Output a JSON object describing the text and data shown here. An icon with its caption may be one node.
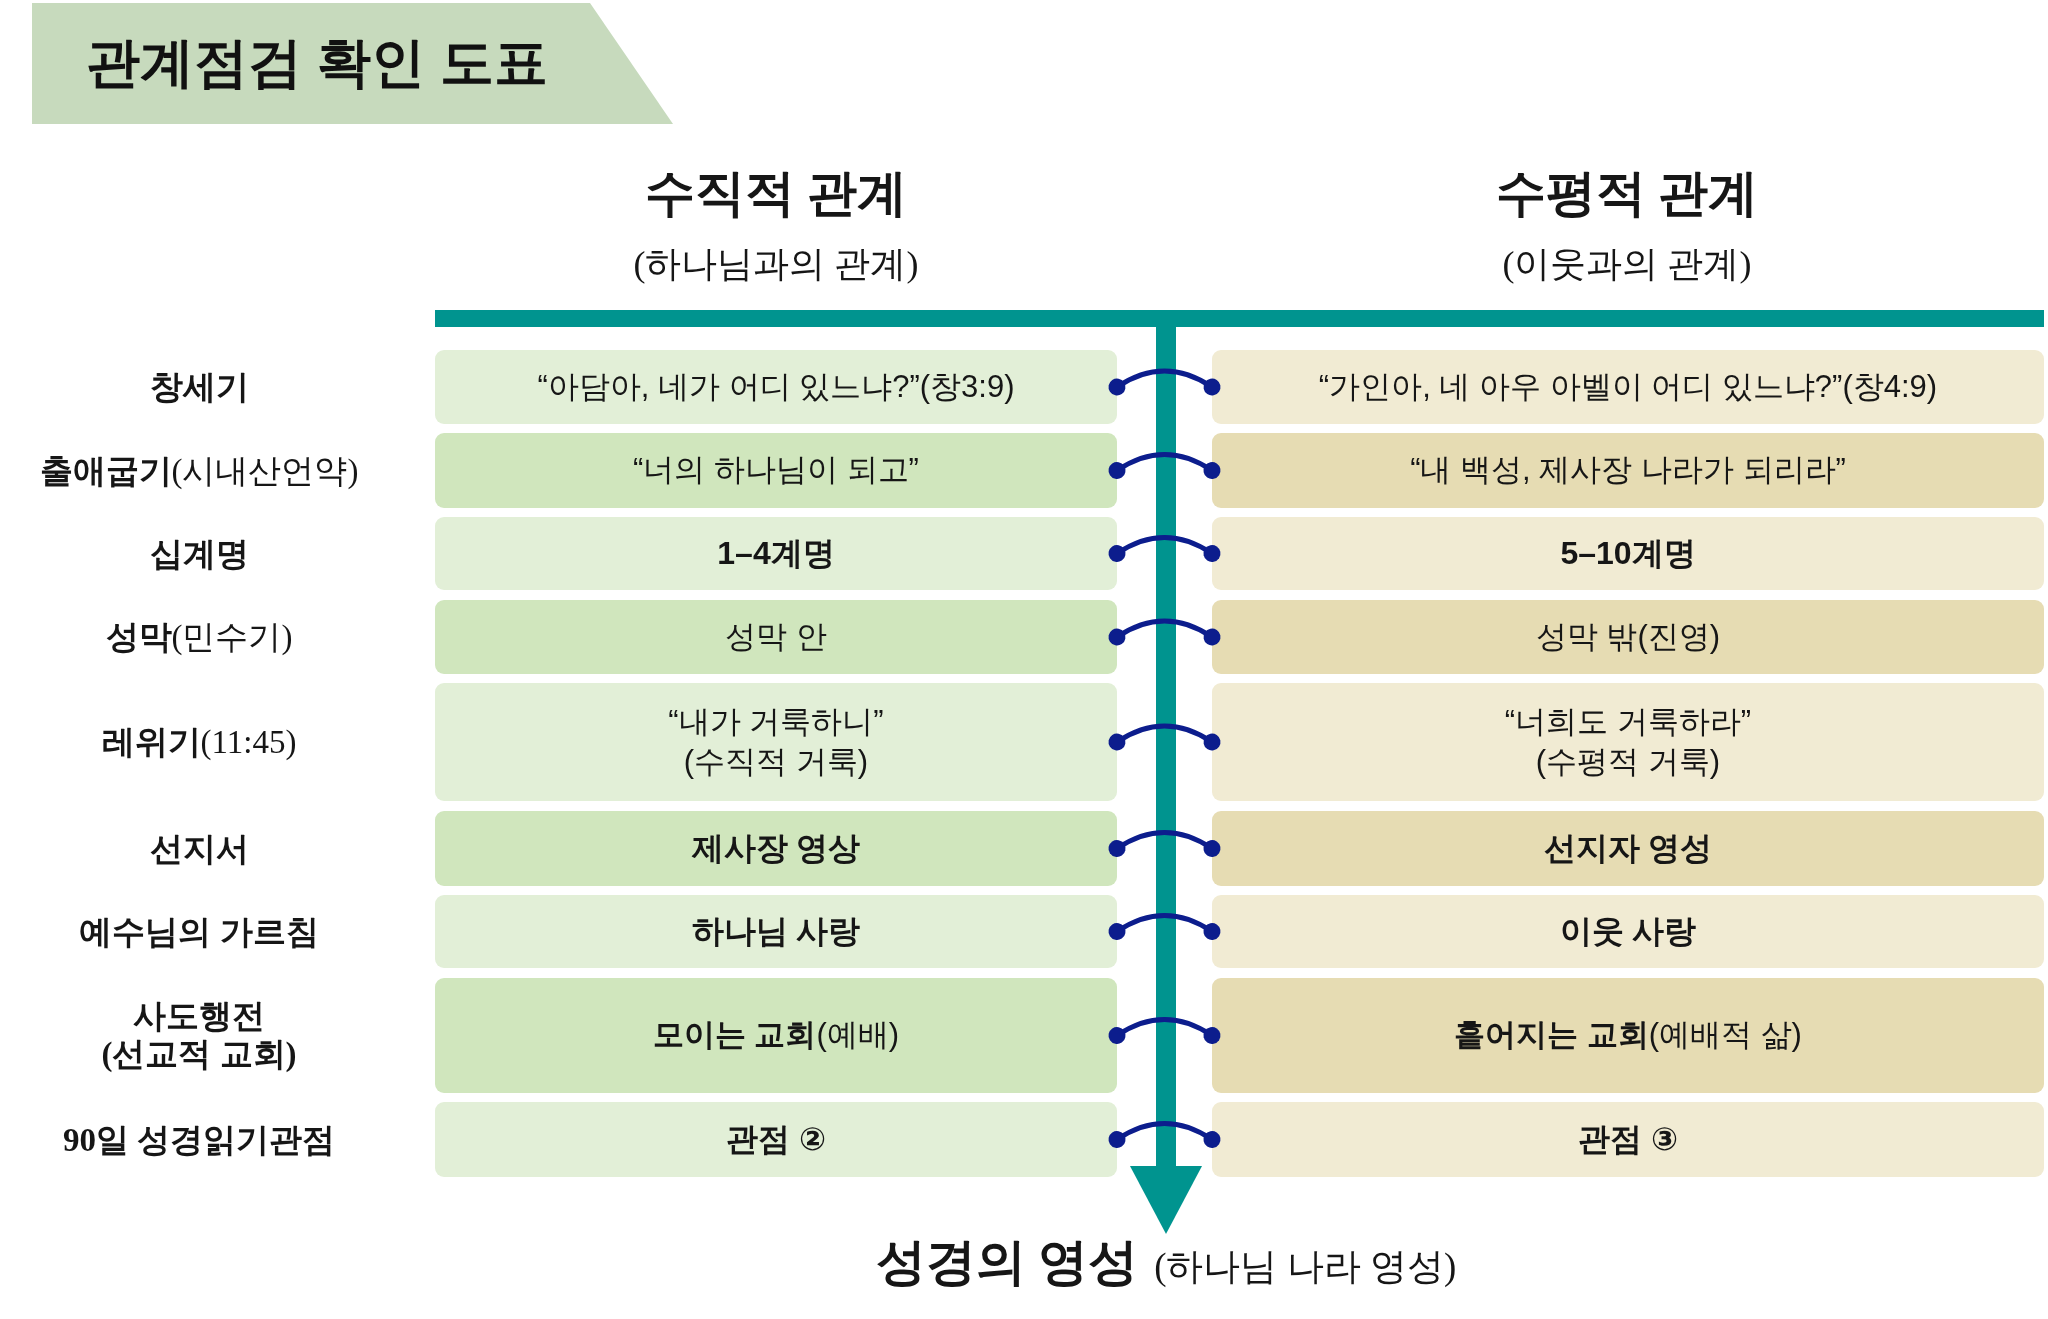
{
  "diagram": {
    "title": "관계점검 확인 도표",
    "nodes": [
      {
        "text": [],
        "shape": "bar"
      },
      {
        "text": [
          "“아담아, 네가 어디 있느냐?”(창3:9)"
        ]
      },
      {
        "text": [
          "“가인아, 네 아우 아벨이 어디 있느냐?”(창4:9)"
        ]
      },
      {
        "text": [
          "“너의 하나님이 되고”"
        ]
      },
      {
        "text": [
          "“내 백성, 제사장 나라가 되리라”"
        ]
      },
      {
        "text": [
          "1–4계명"
        ]
      },
      {
        "text": [
          "5–10계명"
        ]
      },
      {
        "text": [
          "성막 안"
        ]
      },
      {
        "text": [
          "성막 밖(진영)"
        ]
      },
      {
        "text": [
          "“내가 거룩하니” (수직적 거룩)"
        ]
      },
      {
        "text": [
          "“너희도 거룩하라” (수평적 거룩)"
        ]
      },
      {
        "text": [
          "제사장 영상"
        ]
      },
      {
        "text": [
          "선지자 영성"
        ]
      },
      {
        "text": [
          "하나님 사랑"
        ]
      },
      {
        "text": [
          "이웃 사랑"
        ]
      },
      {
        "text": [
          "**모이는 교회**(예배)"
        ]
      },
      {
        "text": [
          "**흩어지는 교회**(예배적 삶)"
        ]
      },
      {
        "text": [
          "관점 ②"
        ]
      },
      {
        "text": [
          "관점 ③"
        ]
      },
      {
        "text": [
          "성경의 영성",
          "(하나님 나라 영성)"
        ]
      }
    ],
    "edges": [
      {
        "from": 1,
        "to": 2,
        "arrow": "other"
      },
      {
        "from": 3,
        "to": 4,
        "arrow": "other"
      },
      {
        "from": 5,
        "to": 6,
        "arrow": "other"
      },
      {
        "from": 7,
        "to": 8,
        "arrow": "other"
      },
      {
        "from": 9,
        "to": 10,
        "arrow": "other"
      },
      {
        "from": 11,
        "to": 12,
        "arrow": "other"
      },
      {
        "from": 13,
        "to": 14,
        "arrow": "other"
      },
      {
        "from": 15,
        "to": 16,
        "arrow": "other"
      },
      {
        "from": 17,
        "to": 18,
        "arrow": "other"
      },
      {
        "from": 0,
        "to": 19,
        "arrow": "to",
        "style": "thick",
        "color": "#00948f"
      }
    ],
    "labels": [
      "수직적 관계",
      "수평적 관계",
      "(하나님과의 관계)",
      "(이웃과의 관계)",
      "창세기",
      "**출애굽기**(시내산언약)",
      "십계명",
      "**성막**(민수기)",
      "**레위기**(11:45)",
      "선지서",
      "예수님의 가르침",
      "사도행전 (선교적 교회)",
      "90일 성경읽기관점"
    ]
  }
}
